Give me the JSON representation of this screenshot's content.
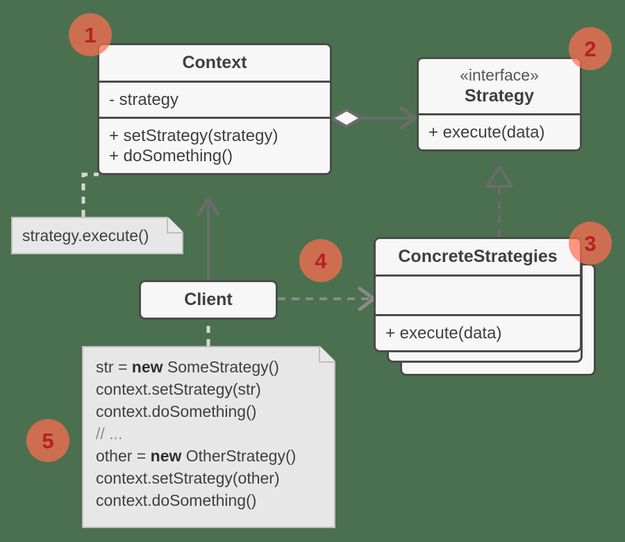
{
  "diagram": {
    "title": "Strategy design pattern UML class diagram",
    "background_color": "#4b7050",
    "box_fill": "#f7f7f7",
    "box_border": "#4a4a4a",
    "note_fill": "#e7e7e7",
    "note_border": "#c0c0c0",
    "badge_fill": "#ff6e50",
    "badge_text_color": "#b52222"
  },
  "classes": {
    "context": {
      "name": "Context",
      "fields": [
        "- strategy"
      ],
      "methods": [
        "+ setStrategy(strategy)",
        "+ doSomething()"
      ]
    },
    "strategy": {
      "stereotype": "«interface»",
      "name": "Strategy",
      "methods": [
        "+ execute(data)"
      ]
    },
    "concrete": {
      "name": "ConcreteStrategies",
      "fields": [
        ""
      ],
      "methods": [
        "+ execute(data)"
      ]
    },
    "client": {
      "name": "Client"
    }
  },
  "notes": {
    "execute_call": {
      "text": "strategy.execute()"
    },
    "code": {
      "lines": [
        [
          {
            "t": "str = ",
            "b": false
          },
          {
            "t": "new",
            "b": true
          },
          {
            "t": " SomeStrategy()",
            "b": false
          }
        ],
        [
          {
            "t": "context.setStrategy(str)",
            "b": false
          }
        ],
        [
          {
            "t": "context.doSomething()",
            "b": false
          }
        ],
        [
          {
            "t": "// ...",
            "b": false,
            "comment": true
          }
        ],
        [
          {
            "t": "other = ",
            "b": false
          },
          {
            "t": "new",
            "b": true
          },
          {
            "t": " OtherStrategy()",
            "b": false
          }
        ],
        [
          {
            "t": "context.setStrategy(other)",
            "b": false
          }
        ],
        [
          {
            "t": "context.doSomething()",
            "b": false
          }
        ]
      ]
    }
  },
  "badges": [
    {
      "id": 1,
      "label": "1"
    },
    {
      "id": 2,
      "label": "2"
    },
    {
      "id": 3,
      "label": "3"
    },
    {
      "id": 4,
      "label": "4"
    },
    {
      "id": 5,
      "label": "5"
    }
  ],
  "relations": [
    {
      "from": "Context",
      "to": "Strategy",
      "type": "aggregation",
      "style": "solid",
      "source_marker": "hollow-diamond",
      "target_marker": "open-arrow"
    },
    {
      "from": "ConcreteStrategies",
      "to": "Strategy",
      "type": "realization",
      "style": "dashed",
      "target_marker": "hollow-triangle"
    },
    {
      "from": "Client",
      "to": "Context",
      "type": "association",
      "style": "solid",
      "target_marker": "open-arrow"
    },
    {
      "from": "Client",
      "to": "ConcreteStrategies",
      "type": "dependency",
      "style": "dashed",
      "target_marker": "open-arrow"
    },
    {
      "from": "note:strategy.execute()",
      "to": "Context",
      "type": "note-anchor",
      "style": "dashed"
    },
    {
      "from": "note:code",
      "to": "Client",
      "type": "note-anchor",
      "style": "dashed"
    }
  ]
}
